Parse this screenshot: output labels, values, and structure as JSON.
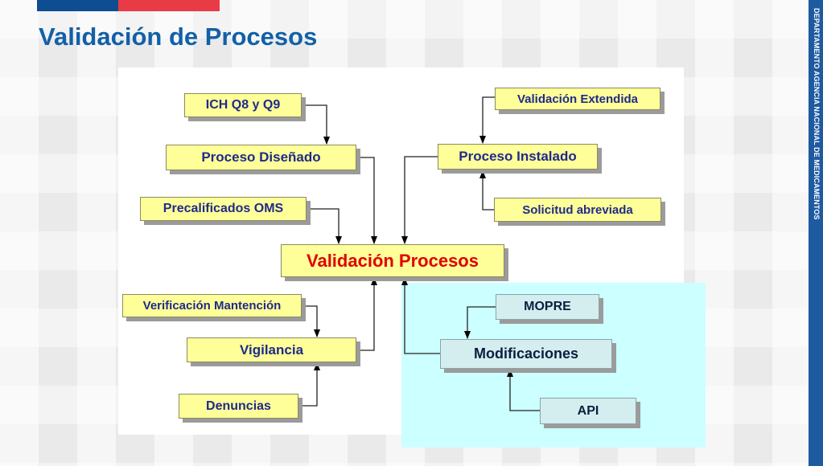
{
  "header": {
    "title": "Validación de Procesos",
    "side_label": "DEPARTAMENTO AGENCIA NACIONAL DE MEDICAMENTOS"
  },
  "diagram": {
    "nodes": {
      "ich": "ICH Q8 y Q9",
      "proceso_disenado": "Proceso Diseñado",
      "precalificados": "Precalificados OMS",
      "validacion_procesos": "Validación Procesos",
      "verificacion": "Verificación Mantención",
      "vigilancia": "Vigilancia",
      "denuncias": "Denuncias",
      "validacion_extendida": "Validación Extendida",
      "proceso_instalado": "Proceso Instalado",
      "solicitud": "Solicitud abreviada",
      "mopre": "MOPRE",
      "modificaciones": "Modificaciones",
      "api": "API"
    },
    "edges": [
      [
        "ich",
        "proceso_disenado"
      ],
      [
        "proceso_disenado",
        "validacion_procesos"
      ],
      [
        "precalificados",
        "validacion_procesos"
      ],
      [
        "proceso_instalado",
        "validacion_procesos"
      ],
      [
        "validacion_extendida",
        "proceso_instalado"
      ],
      [
        "solicitud",
        "proceso_instalado"
      ],
      [
        "verificacion",
        "vigilancia"
      ],
      [
        "denuncias",
        "vigilancia"
      ],
      [
        "vigilancia",
        "validacion_procesos"
      ],
      [
        "modificaciones",
        "validacion_procesos"
      ],
      [
        "mopre",
        "modificaciones"
      ],
      [
        "api",
        "modificaciones"
      ]
    ]
  },
  "colors": {
    "title": "#1260a8",
    "flag_blue": "#0f4d92",
    "flag_red": "#e83b46",
    "node_yellow": "#ffff99",
    "node_blue": "#d4eef0",
    "node_text": "#1f2a8a",
    "main_text": "#e10000",
    "highlight_area": "#ccffff"
  }
}
